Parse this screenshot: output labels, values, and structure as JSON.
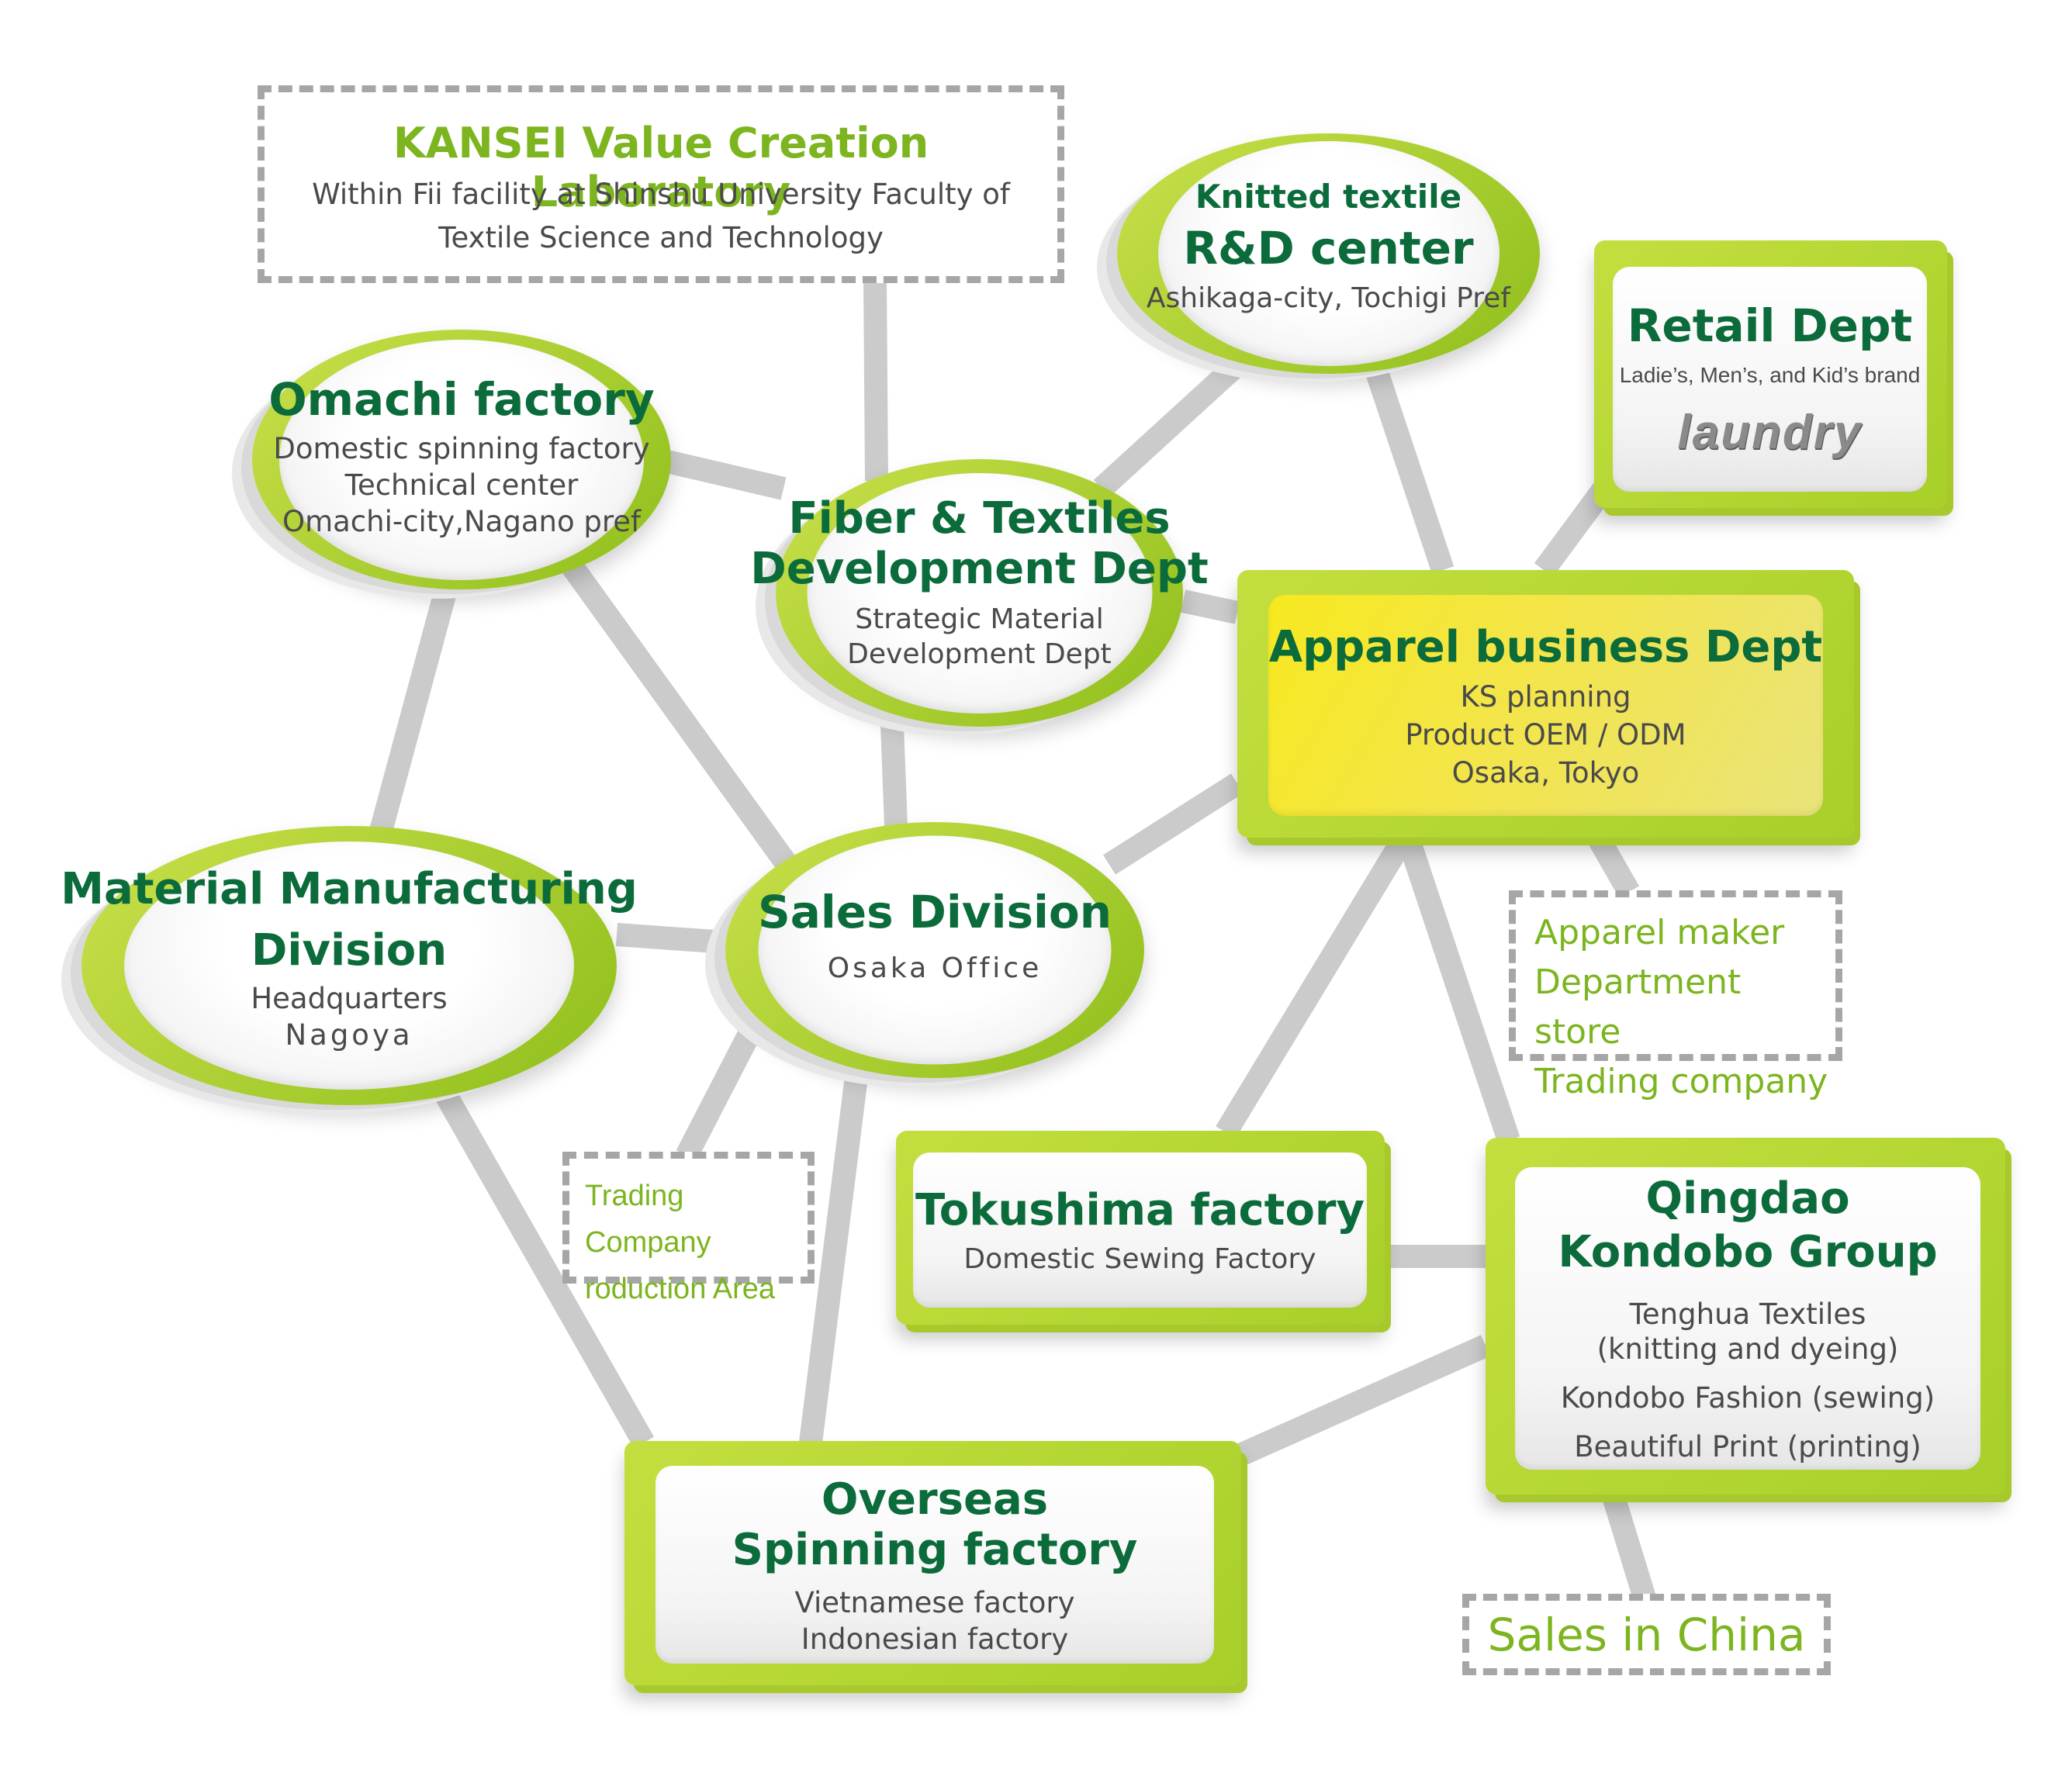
{
  "kansei": {
    "title": "KANSEI Value Creation Laboratory",
    "line1": "Within Fii facility at Shinshu University Faculty of",
    "line2": "Textile Science and Technology"
  },
  "rd_center": {
    "title1": "Knitted textile",
    "title2": "R&D center",
    "sub": "Ashikaga-city, Tochigi Pref"
  },
  "retail": {
    "title": "Retail Dept",
    "sub": "Ladie’s, Men’s, and Kid’s brand",
    "logo": "laundry"
  },
  "omachi": {
    "title": "Omachi factory",
    "line1": "Domestic spinning factory",
    "line2": "Technical center",
    "line3": "Omachi-city,Nagano pref"
  },
  "fiber": {
    "title1": "Fiber & Textiles",
    "title2": "Development Dept",
    "line1": "Strategic Material",
    "line2": "Development Dept"
  },
  "apparel": {
    "title": "Apparel business Dept",
    "line1": "KS planning",
    "line2": "Product OEM / ODM",
    "line3": "Osaka, Tokyo"
  },
  "apparel_clients": {
    "line1": "Apparel maker",
    "line2": "Department store",
    "line3": "Trading company"
  },
  "material": {
    "title1": "Material Manufacturing",
    "title2": "Division",
    "line1": "Headquarters",
    "line2": "Nagoya"
  },
  "sales": {
    "title": "Sales Division",
    "sub": "Osaka Office"
  },
  "trading_area": {
    "line1": "Trading Company",
    "line2": "roduction Area"
  },
  "tokushima": {
    "title": "Tokushima factory",
    "sub": "Domestic Sewing Factory"
  },
  "qingdao": {
    "title1": "Qingdao",
    "title2": "Kondobo Group",
    "line1": "Tenghua Textiles",
    "line2": "(knitting and dyeing)",
    "line3": "Kondobo Fashion (sewing)",
    "line4": "Beautiful Print (printing)"
  },
  "overseas": {
    "title1": "Overseas",
    "title2": "Spinning factory",
    "line1": "Vietnamese factory",
    "line2": "Indonesian factory"
  },
  "china_sales": {
    "label": "Sales in China"
  },
  "colors": {
    "green_dark": "#0b6b3a",
    "lime": "#a8cf2a",
    "connector": "#cbcbcb",
    "dash": "#a6a6a6",
    "light_green_text": "#7cb51f"
  }
}
